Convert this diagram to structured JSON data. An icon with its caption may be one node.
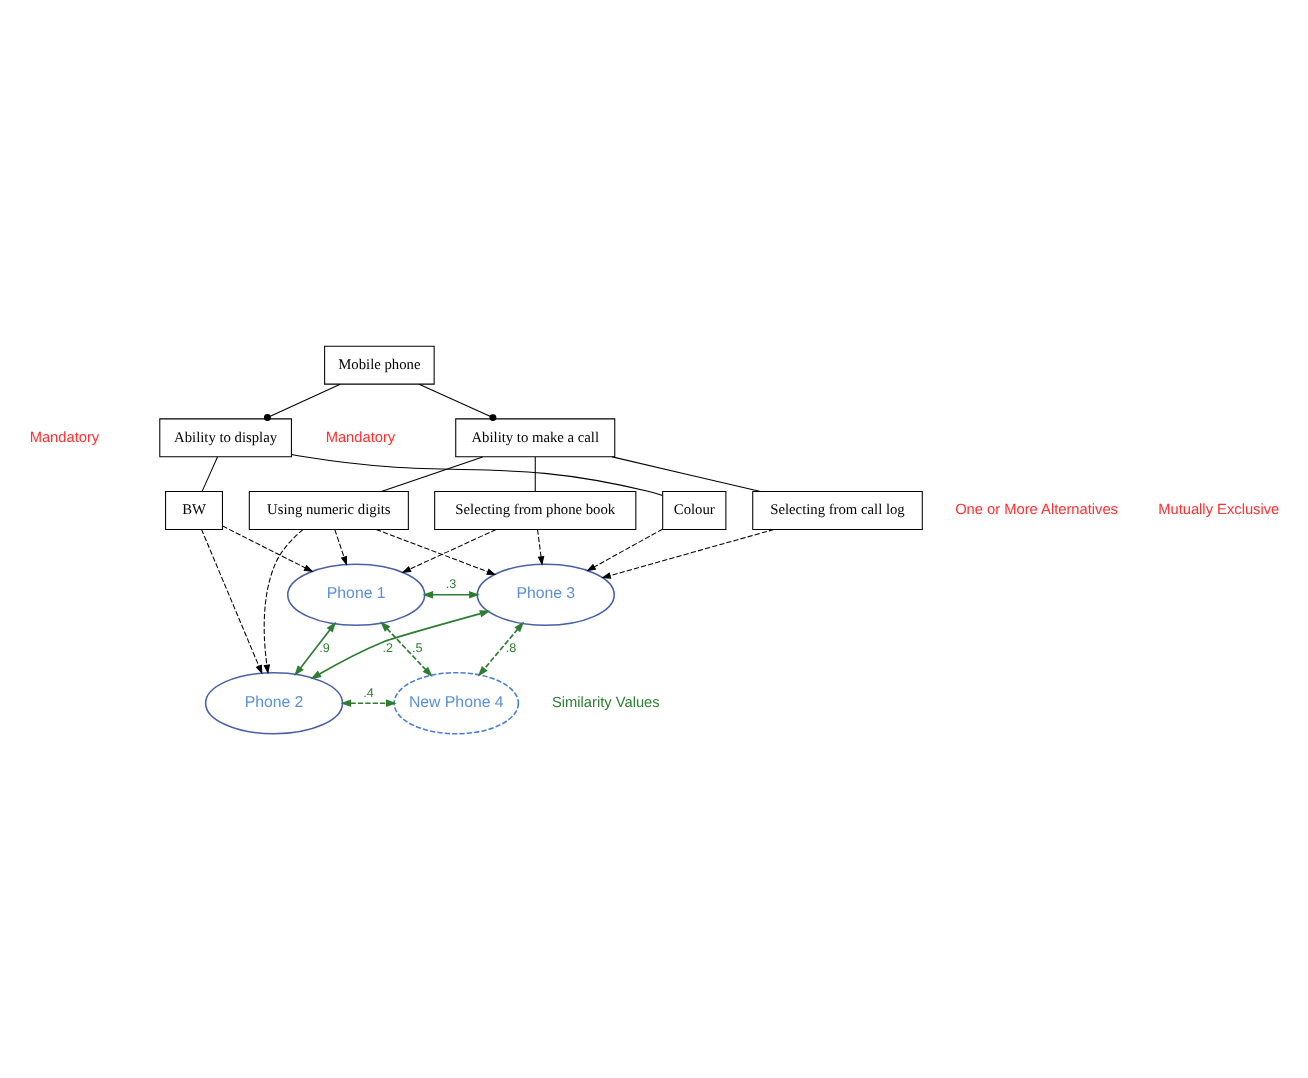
{
  "diagram": {
    "nodes": [
      {
        "text": [
          "Mobile phone"
        ]
      },
      {
        "text": [
          "Ability to make a call"
        ]
      },
      {
        "text": [
          "Ability to display"
        ]
      },
      {
        "text": [
          "BW"
        ]
      },
      {
        "text": [
          "Colour"
        ]
      },
      {
        "text": [
          "Using numeric digits"
        ]
      },
      {
        "text": [
          "Selecting from phone book"
        ]
      },
      {
        "text": [
          "Selecting from call log"
        ]
      },
      {
        "text": [
          "Phone 1"
        ]
      },
      {
        "text": [
          "Phone 3"
        ]
      },
      {
        "text": [
          "Phone 2"
        ]
      },
      {
        "text": [
          "New Phone 4"
        ]
      }
    ],
    "edges": [
      {
        "from": 0,
        "to": 1,
        "arrow": "other"
      },
      {
        "from": 0,
        "to": 2,
        "arrow": "other"
      },
      {
        "from": 1,
        "to": 5,
        "arrow": "none"
      },
      {
        "from": 1,
        "to": 6,
        "arrow": "none"
      },
      {
        "from": 1,
        "to": 7,
        "arrow": "none"
      },
      {
        "from": 2,
        "to": 3,
        "arrow": "none"
      },
      {
        "from": 2,
        "to": 4,
        "arrow": "none"
      },
      {
        "from": 5,
        "to": 8,
        "arrow": "to",
        "style": "dashed"
      },
      {
        "from": 5,
        "to": 9,
        "arrow": "to",
        "style": "dashed"
      },
      {
        "from": 5,
        "to": 10,
        "arrow": "to",
        "style": "dashed"
      },
      {
        "from": 6,
        "to": 8,
        "arrow": "to",
        "style": "dashed"
      },
      {
        "from": 6,
        "to": 9,
        "arrow": "to",
        "style": "dashed"
      },
      {
        "from": 7,
        "to": 9,
        "arrow": "to",
        "style": "dashed"
      },
      {
        "from": 3,
        "to": 8,
        "arrow": "to",
        "style": "dashed"
      },
      {
        "from": 3,
        "to": 10,
        "arrow": "to",
        "style": "dashed"
      },
      {
        "from": 4,
        "to": 9,
        "arrow": "to",
        "style": "dashed"
      },
      {
        "from": 8,
        "to": 9,
        "arrow": "both",
        "label": ".3",
        "color": "#2e7d32"
      },
      {
        "from": 10,
        "to": 9,
        "arrow": "both",
        "label": ".2",
        "color": "#2e7d32"
      },
      {
        "from": 8,
        "to": 10,
        "arrow": "both",
        "label": ".9",
        "color": "#2e7d32"
      },
      {
        "from": 8,
        "to": 11,
        "arrow": "both",
        "label": ".5",
        "style": "dashed",
        "color": "#2e7d32"
      },
      {
        "from": 10,
        "to": 11,
        "arrow": "both",
        "label": ".4",
        "style": "dashed",
        "color": "#2e7d32"
      },
      {
        "from": 9,
        "to": 11,
        "arrow": "both",
        "label": ".8",
        "style": "dashed",
        "color": "#2e7d32"
      }
    ],
    "labels": [
      "Mandatory",
      "Mandatory",
      "One or More Alternatives",
      "Mutually Exclusive",
      "Similarity Values"
    ]
  }
}
